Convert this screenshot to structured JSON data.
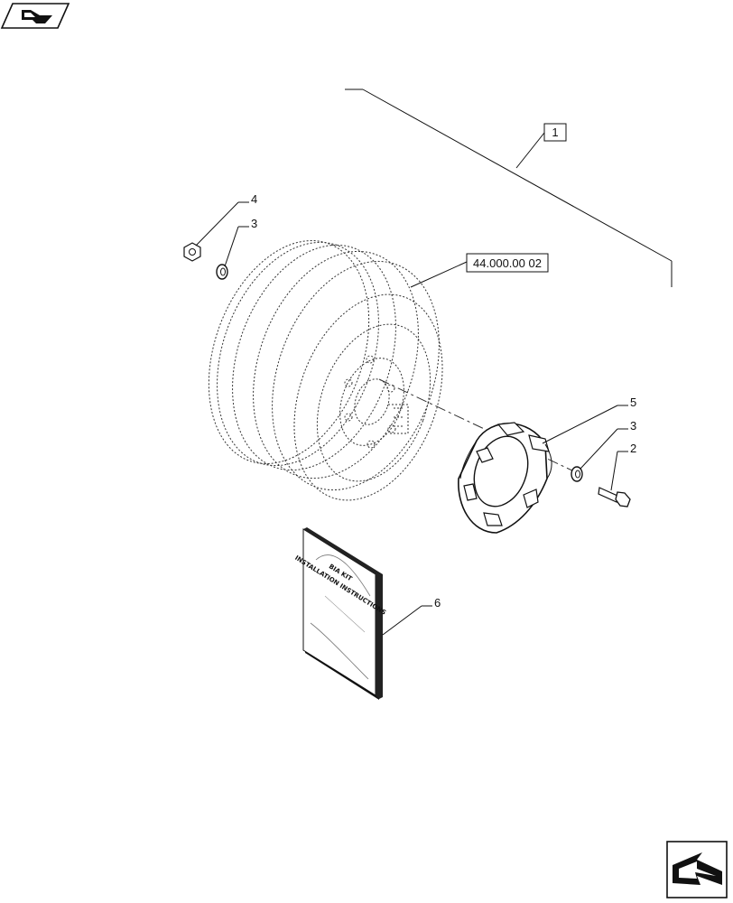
{
  "nav": {
    "prev_icon": "back-arrow-icon",
    "next_icon": "forward-arrow-icon"
  },
  "assembly": {
    "kit_ref": "1",
    "wheel_ref": "44.000.00 02"
  },
  "callouts": [
    {
      "id": "4",
      "part": "nut"
    },
    {
      "id": "3",
      "part": "washer"
    },
    {
      "id": "5",
      "part": "wheel-weight"
    },
    {
      "id": "3",
      "part": "washer"
    },
    {
      "id": "2",
      "part": "bolt"
    },
    {
      "id": "6",
      "part": "instruction-booklet"
    }
  ],
  "booklet": {
    "line1": "BIA KIT",
    "line2": "INSTALLATION INSTRUCTIONS"
  }
}
